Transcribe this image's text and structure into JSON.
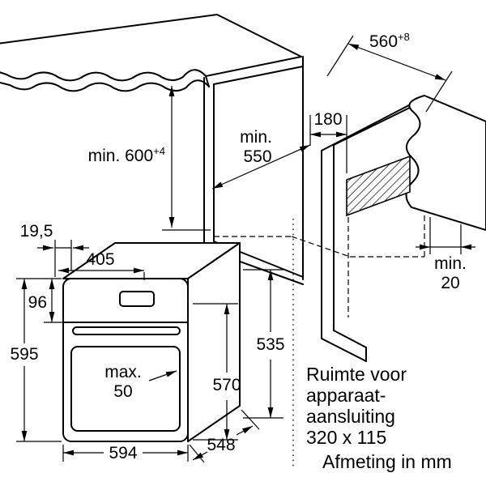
{
  "meta": {
    "description": "Built-in oven installation dimension drawing",
    "ink_color": "#000000",
    "paper_color": "#ffffff"
  },
  "labels": {
    "niche_width": {
      "text": "560",
      "sup": "+8"
    },
    "connection_depth": {
      "text": "180"
    },
    "niche_depth": {
      "line1": "min.",
      "line2": "550"
    },
    "niche_height": {
      "text": "min. 600",
      "sup": "+4"
    },
    "top_rear_offset": {
      "text": "19,5"
    },
    "top_depth": {
      "text": "405"
    },
    "control_panel_height": {
      "text": "96"
    },
    "oven_height": {
      "text": "595"
    },
    "door_clearance": {
      "line1": "max.",
      "line2": "50"
    },
    "front_inner_height": {
      "text": "570"
    },
    "rear_body_height": {
      "text": "535"
    },
    "oven_width": {
      "text": "594"
    },
    "oven_depth": {
      "text": "548"
    },
    "rear_gap": {
      "line1": "min.",
      "line2": "20"
    },
    "connection_note": {
      "line1": "Ruimte voor",
      "line2": "apparaat-",
      "line3": "aansluiting",
      "line4": "320 x 115"
    },
    "units_note": {
      "text": "Afmeting in mm"
    }
  }
}
